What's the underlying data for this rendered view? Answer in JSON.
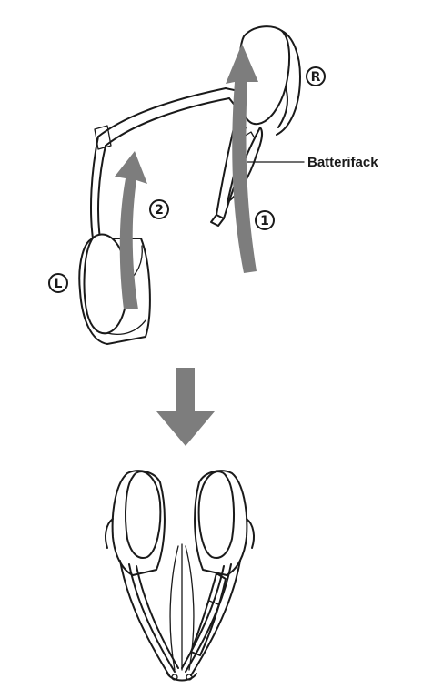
{
  "labels": {
    "right_side": "R",
    "left_side": "L",
    "step_1": "1",
    "step_2": "2",
    "battery_compartment": "Batterifack"
  },
  "icons": {
    "top": "headphones-open-icon",
    "transition": "down-arrow-icon",
    "bottom": "headphones-folded-icon"
  },
  "colors": {
    "line": "#1a1a1a",
    "arrow": "#7d7d7d",
    "background": "#ffffff"
  }
}
